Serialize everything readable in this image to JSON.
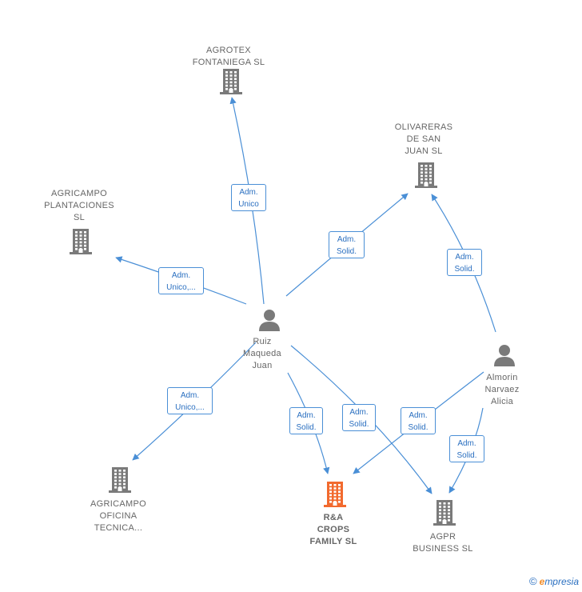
{
  "nodes": [
    {
      "id": "agrotex",
      "type": "company",
      "label": "AGROTEX\nFONTANIEGA SL"
    },
    {
      "id": "olivareras",
      "type": "company",
      "label": "OLIVARERAS\nDE SAN\nJUAN  SL"
    },
    {
      "id": "agricampo_plant",
      "type": "company",
      "label": "AGRICAMPO\nPLANTACIONES\nSL"
    },
    {
      "id": "ruiz",
      "type": "person",
      "label": "Ruiz\nMaqueda\nJuan"
    },
    {
      "id": "almorin",
      "type": "person",
      "label": "Almorin\nNarvaez\nAlicia"
    },
    {
      "id": "agricampo_ofic",
      "type": "company",
      "label": "AGRICAMPO\nOFICINA\nTECNICA..."
    },
    {
      "id": "ra_crops",
      "type": "company",
      "label": "R&A\nCROPS\nFAMILY  SL",
      "focus": true
    },
    {
      "id": "agpr",
      "type": "company",
      "label": "AGPR\nBUSINESS  SL"
    }
  ],
  "edges": [
    {
      "id": "e1",
      "from": "ruiz",
      "to": "agrotex",
      "label": "Adm.\nUnico"
    },
    {
      "id": "e2",
      "from": "ruiz",
      "to": "olivareras",
      "label": "Adm.\nSolid."
    },
    {
      "id": "e3",
      "from": "ruiz",
      "to": "agricampo_plant",
      "label": "Adm.\nUnico,..."
    },
    {
      "id": "e4",
      "from": "ruiz",
      "to": "agricampo_ofic",
      "label": "Adm.\nUnico,..."
    },
    {
      "id": "e5",
      "from": "ruiz",
      "to": "ra_crops",
      "label": "Adm.\nSolid."
    },
    {
      "id": "e6",
      "from": "ruiz",
      "to": "agpr",
      "label": "Adm.\nSolid."
    },
    {
      "id": "e7",
      "from": "almorin",
      "to": "olivareras",
      "label": "Adm.\nSolid."
    },
    {
      "id": "e8",
      "from": "almorin",
      "to": "ra_crops",
      "label": "Adm.\nSolid."
    },
    {
      "id": "e9",
      "from": "almorin",
      "to": "agpr",
      "label": "Adm.\nSolid."
    }
  ],
  "colors": {
    "edge": "#4a8fd6",
    "company": "#7a7a7a",
    "focus_company": "#f26a2e",
    "person": "#7a7a7a"
  },
  "footer": {
    "copyright": "©",
    "brand_initial": "e",
    "brand_rest": "mpresia"
  }
}
